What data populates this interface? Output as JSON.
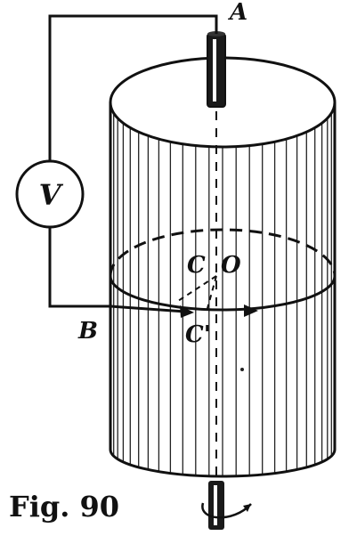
{
  "figure": {
    "caption": "Fig. 90",
    "labels": {
      "terminal_a": "A",
      "terminal_b": "B",
      "voltmeter": "V",
      "point_c": "C",
      "point_o": "O",
      "point_c_prime": "C'"
    }
  }
}
